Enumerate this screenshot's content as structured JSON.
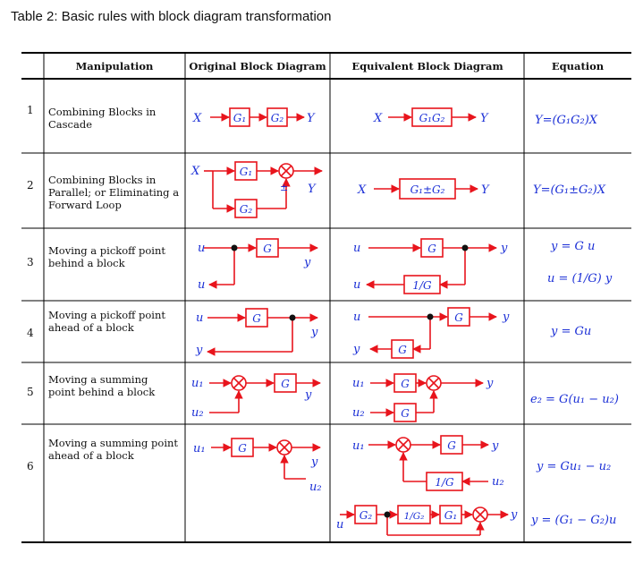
{
  "caption": "Table 2: Basic rules with block diagram transformation",
  "headers": {
    "manipulation": "Manipulation",
    "original": "Original Block Diagram",
    "equivalent": "Equivalent Block Diagram",
    "equation": "Equation"
  },
  "rows": [
    {
      "num": "1",
      "manip": [
        "Combining Blocks in",
        "Cascade"
      ],
      "equation": [
        "Y=(G₁G₂)X"
      ]
    },
    {
      "num": "2",
      "manip": [
        "Combining Blocks in",
        "Parallel; or Eliminating a",
        "Forward Loop"
      ],
      "equation": [
        "Y=(G₁±G₂)X"
      ]
    },
    {
      "num": "3",
      "manip": [
        "Moving a pickoff point",
        "behind a block"
      ],
      "equation": [
        "y = G u",
        "u = (1/G) y"
      ]
    },
    {
      "num": "4",
      "manip": [
        "Moving a pickoff point",
        "ahead of a block"
      ],
      "equation": [
        "y = Gu"
      ]
    },
    {
      "num": "5",
      "manip": [
        "Moving a summing",
        "point behind a block"
      ],
      "equation": [
        "e₂ = G(u₁ − u₂)"
      ]
    },
    {
      "num": "6",
      "manip": [
        "Moving a summing point",
        "ahead of a block"
      ],
      "equation": [
        "y = Gu₁ − u₂",
        "y = (G₁ − G₂)u"
      ]
    }
  ],
  "symbols": {
    "X": "X",
    "Y": "Y",
    "y": "y",
    "u": "u",
    "u1": "u₁",
    "u2": "u₂",
    "G": "G",
    "G1": "G₁",
    "G2": "G₂",
    "G1G2": "G₁G₂",
    "G1pmG2": "G₁±G₂",
    "invG": "1/G",
    "invG2": "1/G₂",
    "pm": "±"
  },
  "colors": {
    "diagram": "#e8141c",
    "equation": "#1b2fd6",
    "text": "#111111",
    "rule": "#000000"
  }
}
